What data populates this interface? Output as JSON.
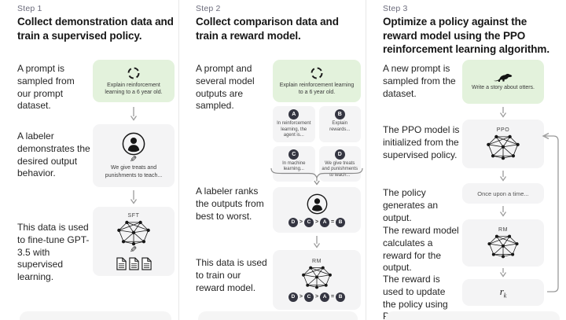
{
  "steps": [
    {
      "label": "Step 1",
      "title": "Collect demonstration data and train a supervised policy.",
      "sample_text": "A prompt is sampled from our prompt dataset.",
      "prompt": "Explain reinforcement learning to a 6 year old.",
      "labeler_text": "A labeler demonstrates the desired output behavior.",
      "demo_caption": "We give treats and punishments to teach...",
      "train_text": "This data is used to fine-tune GPT-3.5 with supervised learning.",
      "model_label": "SFT"
    },
    {
      "label": "Step 2",
      "title": "Collect comparison data and train a reward model.",
      "sample_text": "A prompt and several model outputs are sampled.",
      "prompt": "Explain reinforcement learning to a 6 year old.",
      "outputs": [
        {
          "letter": "A",
          "text": "In reinforcement learning, the agent is..."
        },
        {
          "letter": "B",
          "text": "Explain rewards..."
        },
        {
          "letter": "C",
          "text": "In machine learning..."
        },
        {
          "letter": "D",
          "text": "We give treats and punishments to teach..."
        }
      ],
      "rank_text": "A labeler ranks the outputs from best to worst.",
      "ranking": [
        "D",
        ">",
        "C",
        ">",
        "A",
        "=",
        "B"
      ],
      "train_text": "This data is used to train our reward model.",
      "model_label": "RM"
    },
    {
      "label": "Step 3",
      "title": "Optimize a policy against the reward model using the PPO reinforcement learning algorithm.",
      "sample_text": "A new prompt is sampled from the dataset.",
      "prompt": "Write a story about otters.",
      "init_text": "The PPO model is initialized from the supervised policy.",
      "ppo_label": "PPO",
      "generate_text": "The policy generates an output.",
      "output_sample": "Once upon a time...",
      "reward_text": "The reward model calculates a reward for the output.",
      "rm_label": "RM",
      "update_text": "The reward is used to update the policy using PPO.",
      "reward_var": "r",
      "reward_sub": "k"
    }
  ],
  "colors": {
    "green_card": "#e3f2dc",
    "gray_card": "#f4f4f5",
    "circle": "#343541",
    "arrow": "#9a9a9a"
  }
}
